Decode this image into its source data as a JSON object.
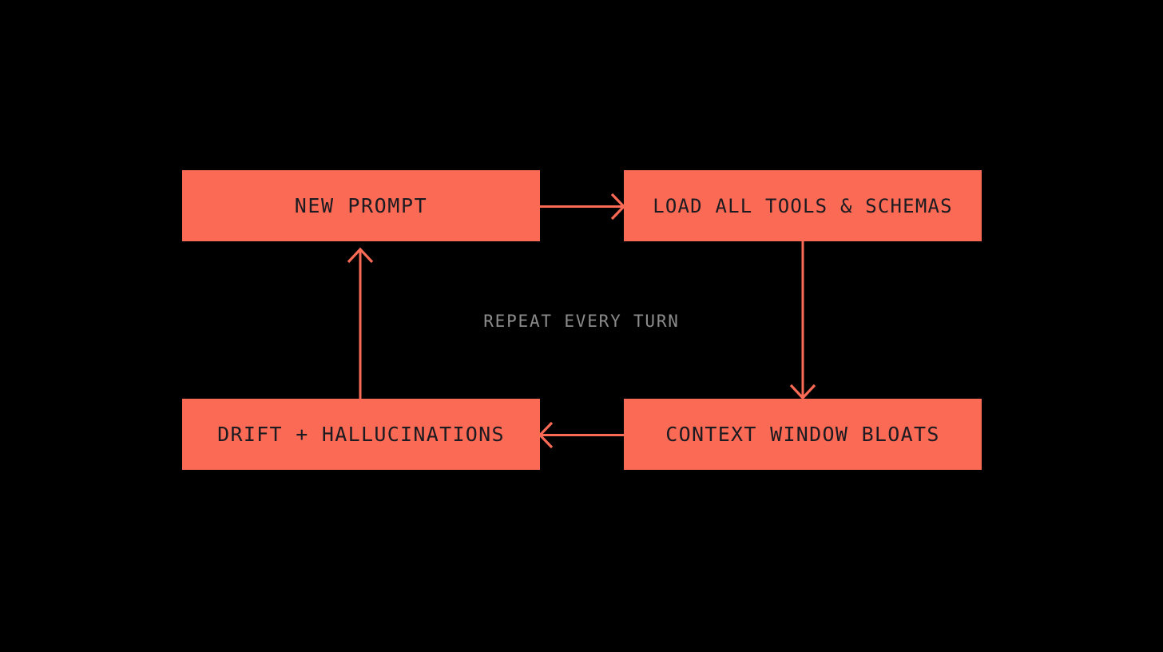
{
  "diagram": {
    "title_caption": "REPEAT EVERY TURN",
    "background_color": "#000000",
    "node_color": "#fb6a55",
    "node_text_color": "#1b1b21",
    "arrow_color": "#fb6a55",
    "caption_color": "#8c8c8c",
    "nodes": [
      {
        "id": "new-prompt",
        "label": "NEW PROMPT"
      },
      {
        "id": "load-tools",
        "label": "LOAD ALL TOOLS & SCHEMAS"
      },
      {
        "id": "context-bloat",
        "label": "CONTEXT WINDOW BLOATS"
      },
      {
        "id": "drift",
        "label": "DRIFT + HALLUCINATIONS"
      }
    ],
    "edges": [
      {
        "id": "edge-prompt-to-tools",
        "from": "new-prompt",
        "to": "load-tools",
        "direction": "right"
      },
      {
        "id": "edge-tools-to-bloat",
        "from": "load-tools",
        "to": "context-bloat",
        "direction": "down"
      },
      {
        "id": "edge-bloat-to-drift",
        "from": "context-bloat",
        "to": "drift",
        "direction": "left"
      },
      {
        "id": "edge-drift-to-prompt",
        "from": "drift",
        "to": "new-prompt",
        "direction": "up"
      }
    ]
  }
}
